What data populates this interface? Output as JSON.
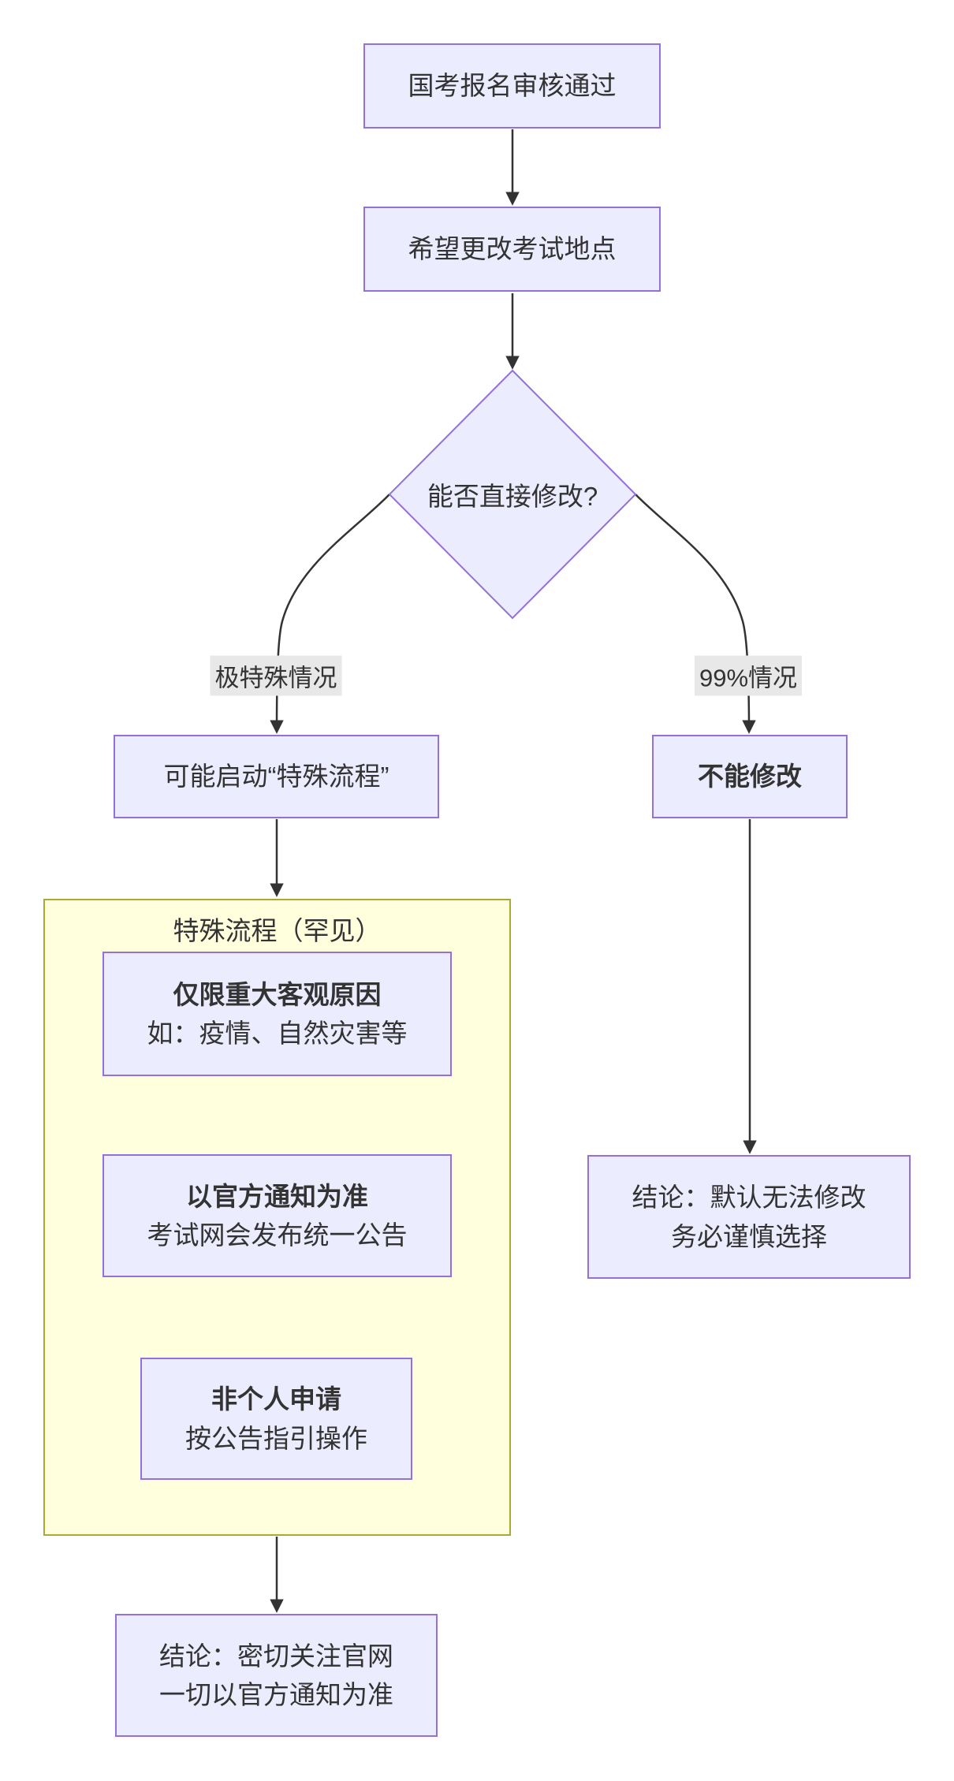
{
  "diagram_type": "flowchart",
  "colors": {
    "node_fill": "#ECECFF",
    "node_border": "#9370DB",
    "subgraph_fill": "#FFFFDE",
    "subgraph_border": "#AAAA33",
    "edge_label_bg": "#E8E8E8",
    "line": "#333333",
    "text": "#333333"
  },
  "nodes": {
    "start": {
      "label": "国考报名审核通过"
    },
    "wish": {
      "label": "希望更改考试地点"
    },
    "decision": {
      "label": "能否直接修改?"
    },
    "special_trigger": {
      "label": "可能启动“特殊流程”"
    },
    "cannot_modify": {
      "label": "不能修改"
    },
    "reason": {
      "title": "仅限重大客观原因",
      "desc": "如：疫情、自然灾害等"
    },
    "official_notice": {
      "title": "以官方通知为准",
      "desc": "考试网会发布统一公告"
    },
    "non_personal": {
      "title": "非个人申请",
      "desc": "按公告指引操作"
    },
    "conclusion_right": {
      "line1": "结论：默认无法修改",
      "line2": "务必谨慎选择"
    },
    "conclusion_bottom": {
      "line1": "结论：密切关注官网",
      "line2": "一切以官方通知为准"
    }
  },
  "subgraph": {
    "title": "特殊流程（罕见）"
  },
  "edge_labels": {
    "left": "极特殊情况",
    "right": "99%情况"
  }
}
